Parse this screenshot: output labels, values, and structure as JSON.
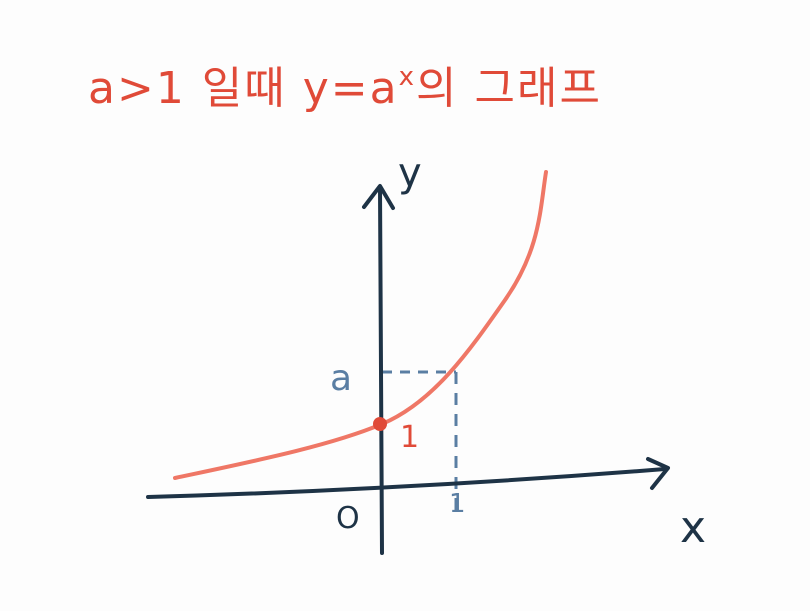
{
  "title": {
    "prefix": "a>1 일때 y=a",
    "superscript": "x",
    "suffix": "의 그래프"
  },
  "labels": {
    "y_axis": "y",
    "x_axis": "x",
    "origin": "O",
    "a_tick": "a",
    "one_y": "1",
    "one_x": "1"
  },
  "colors": {
    "curve": "#ef7766",
    "point": "#e04a38",
    "axis": "#1e3346",
    "guide": "#5a7ea3",
    "title": "#e04a38"
  }
}
